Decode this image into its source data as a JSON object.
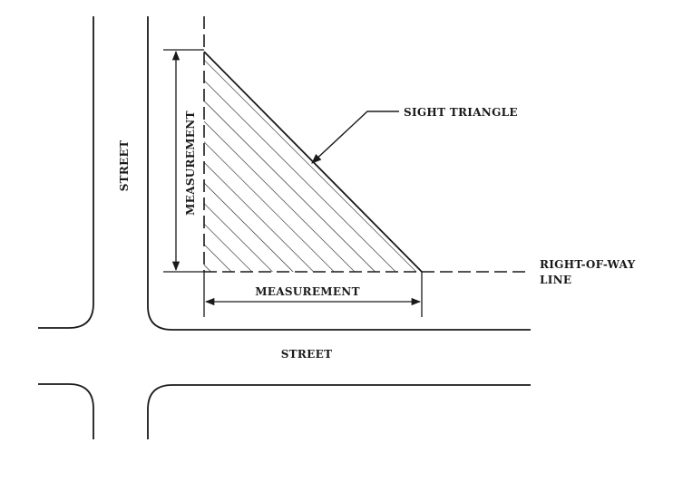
{
  "labels": {
    "street_vertical": "STREET",
    "street_horizontal": "STREET",
    "measurement_vertical": "MEASUREMENT",
    "measurement_horizontal": "MEASUREMENT",
    "sight_triangle": "SIGHT TRIANGLE",
    "right_of_way_line_1": "RIGHT-OF-WAY",
    "right_of_way_line_2": "LINE"
  },
  "colors": {
    "ink": "#1a1a1a",
    "background": "#ffffff"
  }
}
